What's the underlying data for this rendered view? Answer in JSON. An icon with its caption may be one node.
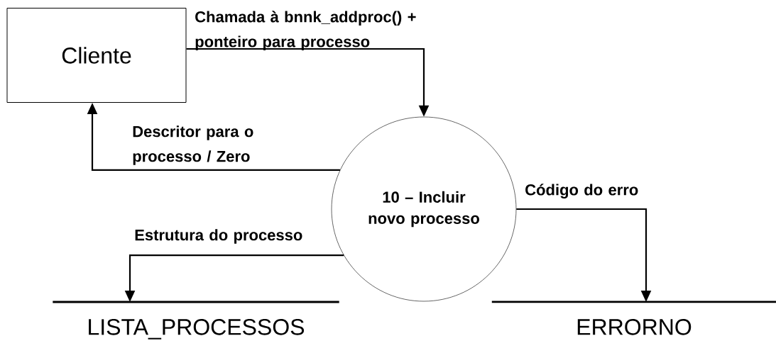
{
  "diagram": {
    "nodes": [
      {
        "text": [
          "Cliente"
        ]
      },
      {
        "text": [
          "10 – Incluir novo processo"
        ]
      },
      {
        "text": [
          "LISTA_PROCESSOS"
        ]
      },
      {
        "text": [
          "ERRORNO"
        ]
      }
    ],
    "edges": [
      {
        "from": 0,
        "to": 1,
        "arrow": "to",
        "label": "Chamada à bnnk_addproc() + ponteiro para processo"
      },
      {
        "from": 1,
        "to": 0,
        "arrow": "to",
        "label": "Descritor para o processo / Zero"
      },
      {
        "from": 1,
        "to": 2,
        "arrow": "to",
        "label": "Estrutura do processo"
      },
      {
        "from": 1,
        "to": 3,
        "arrow": "to",
        "label": "Código do erro"
      }
    ]
  }
}
